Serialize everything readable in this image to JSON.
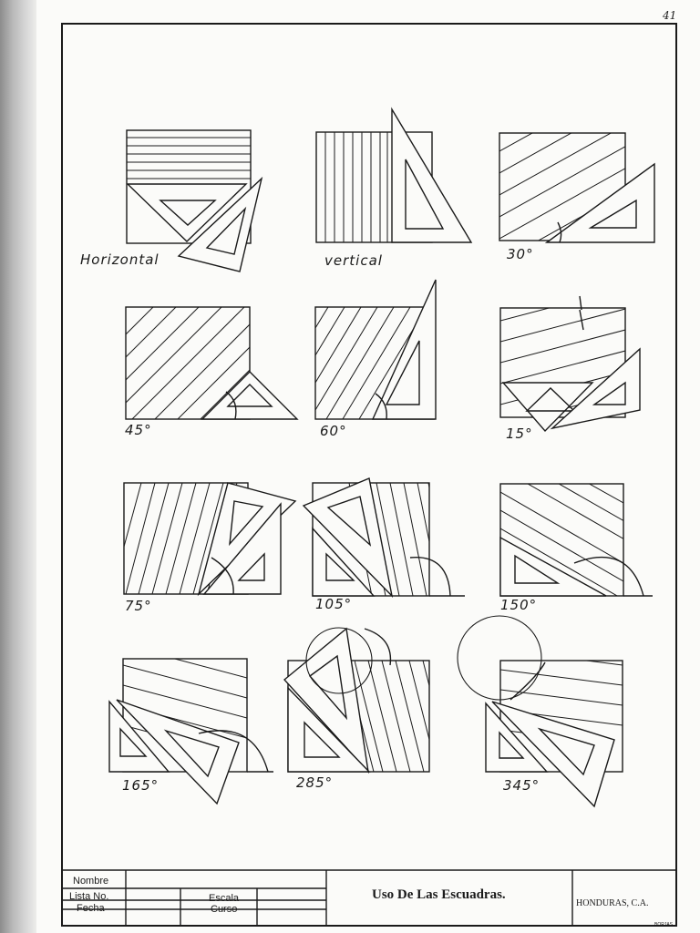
{
  "page_number": "41",
  "figures": [
    {
      "label": "Horizontal"
    },
    {
      "label": "vertical"
    },
    {
      "label": "30°"
    },
    {
      "label": "45°"
    },
    {
      "label": "60°"
    },
    {
      "label": "15°"
    },
    {
      "label": "75°"
    },
    {
      "label": "105°"
    },
    {
      "label": "150°"
    },
    {
      "label": "165°"
    },
    {
      "label": "285°"
    },
    {
      "label": "345°"
    }
  ],
  "title_block": {
    "nombre_label": "Nombre",
    "lista_label": "Lista  No.",
    "fecha_label": "Fecha",
    "escala_label": "Escala",
    "curso_label": "Curso",
    "title": "Uso De Las Escuadras.",
    "country": "HONDURAS, C.A.",
    "maker": "BORJAS"
  }
}
